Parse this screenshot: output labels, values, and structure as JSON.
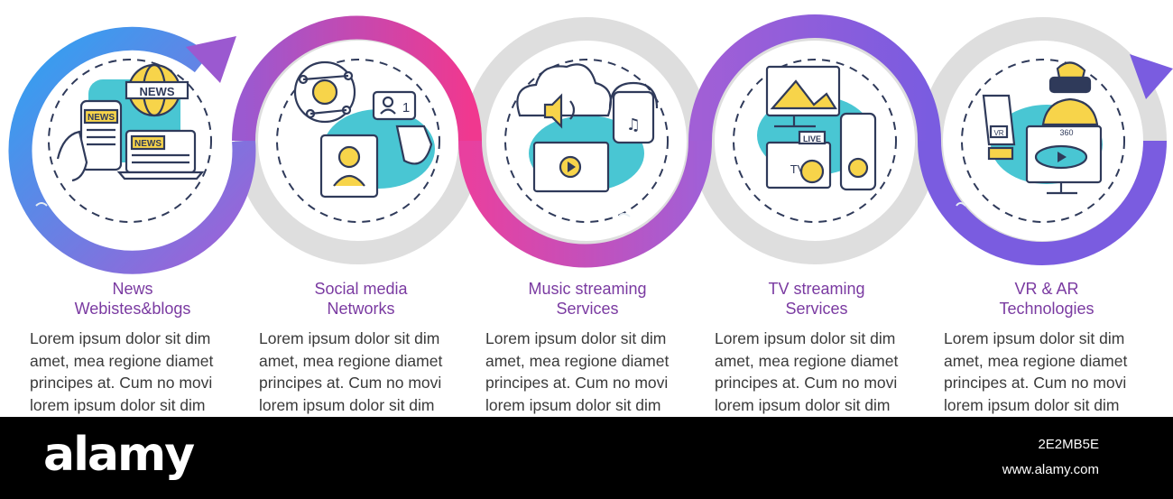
{
  "steps": [
    {
      "title_line1": "News",
      "title_line2": "Webistes&blogs",
      "body": "Lorem ipsum dolor sit dim amet, mea regione diamet principes at. Cum no movi lorem ipsum dolor sit dim"
    },
    {
      "title_line1": "Social media",
      "title_line2": "Networks",
      "body": "Lorem ipsum dolor sit dim amet, mea regione diamet principes at. Cum no movi lorem ipsum dolor sit dim"
    },
    {
      "title_line1": "Music streaming",
      "title_line2": "Services",
      "body": "Lorem ipsum dolor sit dim amet, mea regione diamet principes at. Cum no movi lorem ipsum dolor sit dim"
    },
    {
      "title_line1": "TV streaming",
      "title_line2": "Services",
      "body": "Lorem ipsum dolor sit dim amet, mea regione diamet principes at. Cum no movi lorem ipsum dolor sit dim"
    },
    {
      "title_line1": "VR & AR",
      "title_line2": "Technologies",
      "body": "Lorem ipsum dolor sit dim amet, mea regione diamet principes at. Cum no movi lorem ipsum dolor sit dim"
    }
  ],
  "icons": {
    "news": {
      "label_globe": "NEWS",
      "label_phone": "NEWS",
      "label_laptop": "NEWS"
    },
    "social": {
      "like_count": "1"
    },
    "tv": {
      "label_live": "LIVE",
      "label_tv": "TV"
    },
    "vr": {
      "label_glove": "VR",
      "label_360": "360"
    }
  },
  "colors": {
    "title": "#7a3aa1",
    "ring_blue": "#2ea3f2",
    "ring_purple": "#9b59d0",
    "ring_pink": "#f0388f",
    "ring_grey": "#dedede",
    "icon_teal": "#49c6d3",
    "icon_yellow": "#f7d44a",
    "icon_outline": "#2f3a5a"
  },
  "footer": {
    "brand": "alamy",
    "image_id": "2E2MB5E",
    "site": "www.alamy.com"
  }
}
